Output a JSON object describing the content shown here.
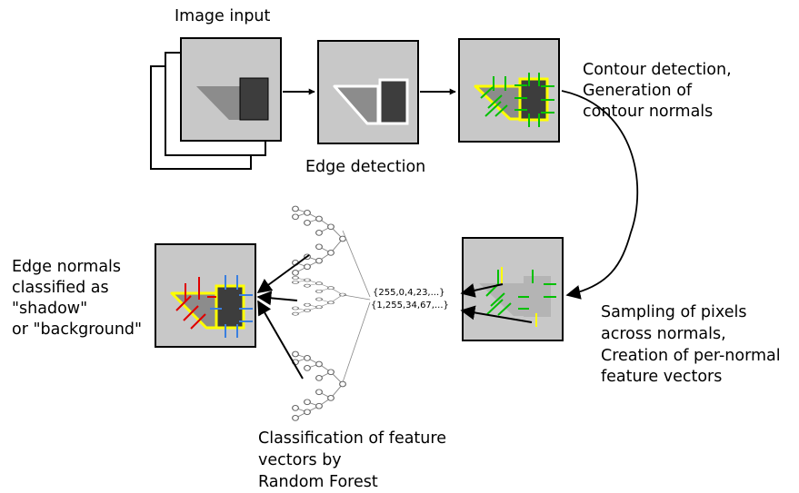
{
  "labels": {
    "image_input": "Image input",
    "edge_detection": "Edge detection",
    "contour": [
      "Contour detection,",
      "Generation of",
      "contour normals"
    ],
    "sampling": [
      "Sampling of pixels",
      "across normals,",
      "Creation of per-normal",
      "feature vectors"
    ],
    "classification": [
      "Classification of feature",
      "vectors by",
      "Random Forest"
    ],
    "edge_normals": [
      "Edge normals",
      "classified as",
      "\"shadow\"",
      "or \"background\""
    ]
  },
  "feature_vectors": [
    "{255,0,4,23,...}",
    "{1,255,34,67,...}"
  ],
  "colors": {
    "panel_fill": "#c8c8c8",
    "dark_object": "#3d3d3d",
    "shadow": "#8c8c8c",
    "contour": "#ffff00",
    "normals": "#00c000",
    "shadow_normals": "#e00000",
    "background_normals": "#3a7fe0"
  }
}
